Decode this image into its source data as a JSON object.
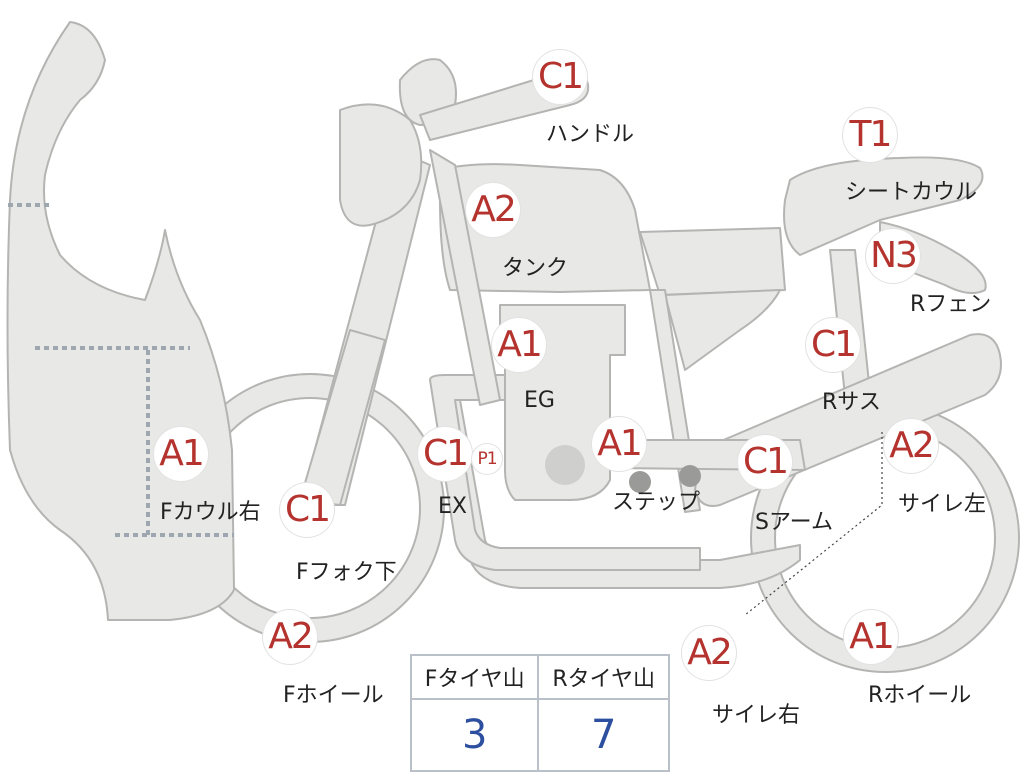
{
  "parts": [
    {
      "id": "handle",
      "grade": "C1",
      "label": "ハンドル"
    },
    {
      "id": "seat-cowl",
      "grade": "T1",
      "label": "シートカウル"
    },
    {
      "id": "tank",
      "grade": "A2",
      "label": "タンク"
    },
    {
      "id": "r-fender",
      "grade": "N3",
      "label": "Rフェン"
    },
    {
      "id": "engine",
      "grade": "A1",
      "label": "EG"
    },
    {
      "id": "r-suspension",
      "grade": "C1",
      "label": "Rサス"
    },
    {
      "id": "f-cowl-right",
      "grade": "A1",
      "label": "Fカウル右"
    },
    {
      "id": "exhaust",
      "grade": "C1",
      "label": "EX"
    },
    {
      "id": "exhaust-sub",
      "grade": "P1",
      "label": ""
    },
    {
      "id": "step",
      "grade": "A1",
      "label": "ステップ"
    },
    {
      "id": "swing-arm",
      "grade": "C1",
      "label": "Sアーム"
    },
    {
      "id": "muffler-left",
      "grade": "A2",
      "label": "サイレ左"
    },
    {
      "id": "f-fork-lower",
      "grade": "C1",
      "label": "Fフォク下"
    },
    {
      "id": "f-wheel",
      "grade": "A2",
      "label": "Fホイール"
    },
    {
      "id": "muffler-right",
      "grade": "A2",
      "label": "サイレ右"
    },
    {
      "id": "r-wheel",
      "grade": "A1",
      "label": "Rホイール"
    }
  ],
  "tyre_table": {
    "headers": [
      "Fタイヤ山",
      "Rタイヤ山"
    ],
    "values": [
      "3",
      "7"
    ]
  },
  "colors": {
    "body_fill": "#e8e8e6",
    "body_stroke": "#b4b4b2",
    "grade_text": "#b5332e",
    "value_text": "#2d4fa0"
  }
}
